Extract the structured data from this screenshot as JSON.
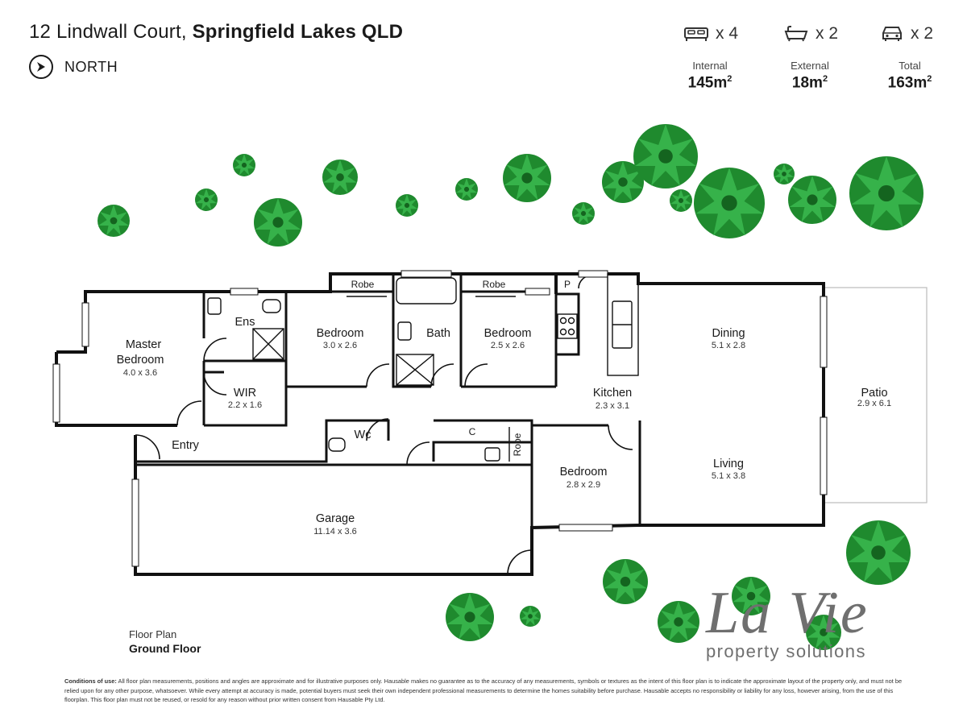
{
  "header": {
    "street": "12 Lindwall Court,",
    "suburb": "Springfield Lakes QLD",
    "north_label": "NORTH"
  },
  "features": {
    "bed": "x 4",
    "bath": "x 2",
    "car": "x 2"
  },
  "areas": {
    "internal_label": "Internal",
    "internal_value": "145m",
    "external_label": "External",
    "external_value": "18m",
    "total_label": "Total",
    "total_value": "163m",
    "unit_sup": "2"
  },
  "rooms": {
    "master_name_1": "Master",
    "master_name_2": "Bedroom",
    "master_dim": "4.0 x 3.6",
    "ens": "Ens",
    "wir": "WIR",
    "wir_dim": "2.2 x 1.6",
    "bed2": "Bedroom",
    "bed2_dim": "3.0 x 2.6",
    "robe": "Robe",
    "bath": "Bath",
    "bed3": "Bedroom",
    "bed3_dim": "2.5 x 2.6",
    "pantry": "P",
    "dining": "Dining",
    "dining_dim": "5.1 x 2.8",
    "kitchen": "Kitchen",
    "kitchen_dim": "2.3 x 3.1",
    "patio": "Patio",
    "patio_dim": "2.9 x 6.1",
    "entry": "Entry",
    "wc": "Wc",
    "cupboard": "C",
    "bed4": "Bedroom",
    "bed4_dim": "2.8 x 2.9",
    "living": "Living",
    "living_dim": "5.1 x 3.8",
    "garage": "Garage",
    "garage_dim": "11.14 x 3.6"
  },
  "caption": {
    "line1": "Floor Plan",
    "line2": "Ground Floor"
  },
  "logo": {
    "name": "La Vie",
    "tagline": "property solutions"
  },
  "conditions": {
    "label": "Conditions of use:",
    "text": "All floor plan measurements, positions and angles are approximate and for illustrative purposes only. Hausable makes no guarantee as to the accuracy of any measurements, symbols or textures as the intent of this floor plan is to indicate the approximate layout of the property only, and must not be relied upon for any other purpose, whatsoever. While every attempt at accuracy is made, potential buyers must seek their own independent professional measurements to determine the homes suitability before purchase. Hausable accepts no responsibility or liability for any loss, however arising, from the use of this floorplan. This floor plan must not be reused, or resold for any reason without prior written consent from Hausable Pty Ltd."
  },
  "colors": {
    "wall": "#111111",
    "tree_dark": "#1f8a2e",
    "tree_light": "#36b24a",
    "logo_grey": "#6f6f6f"
  }
}
